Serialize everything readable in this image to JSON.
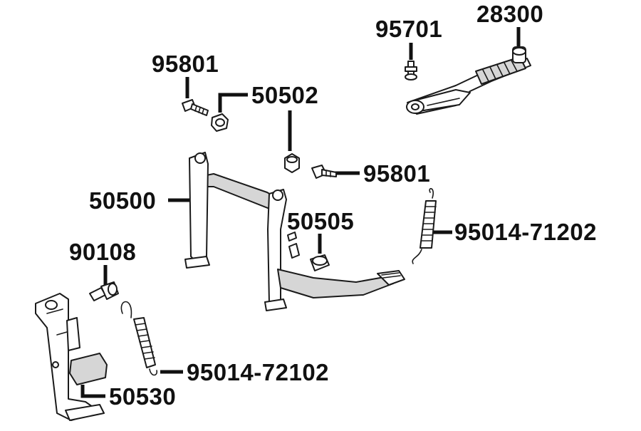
{
  "labels": {
    "p28300": "28300",
    "p95701": "95701",
    "p95801_top": "95801",
    "p50502": "50502",
    "p95801_mid": "95801",
    "p50500": "50500",
    "p50505": "50505",
    "p95014_71202": "95014-71202",
    "p90108": "90108",
    "p95014_72102": "95014-72102",
    "p50530": "50530"
  },
  "colors": {
    "ink": "#111111",
    "shade": "#d6d6d6",
    "background": "#ffffff"
  }
}
